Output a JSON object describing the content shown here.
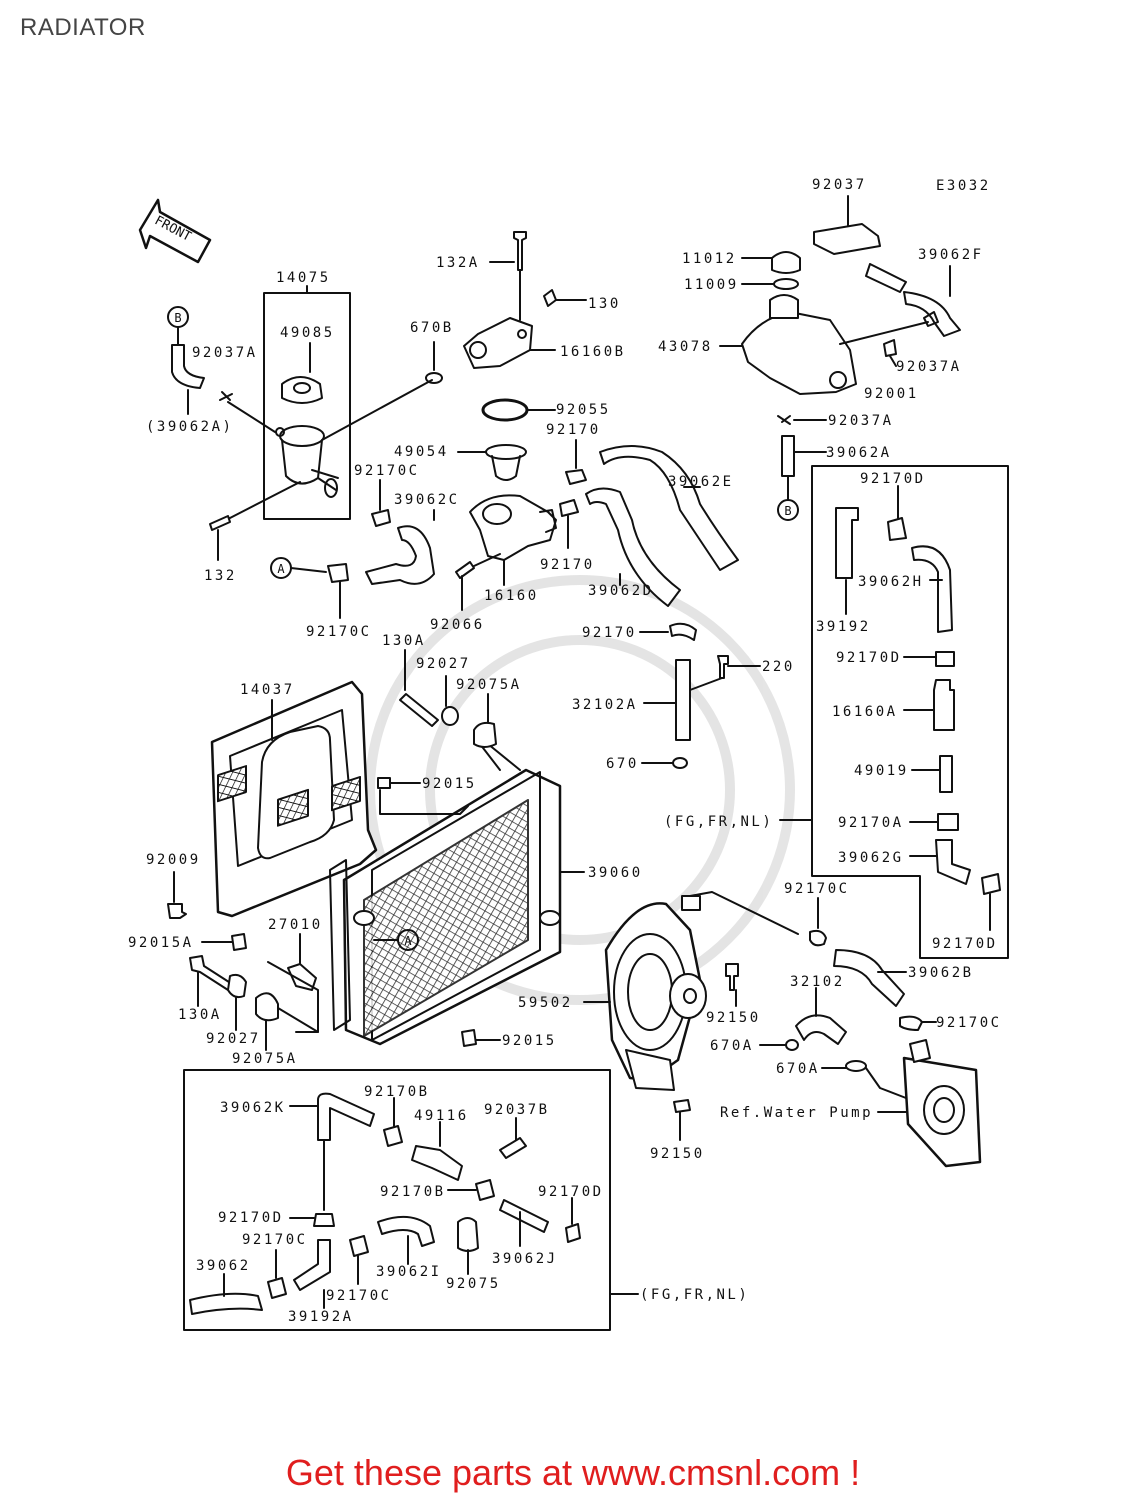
{
  "page": {
    "title": "RADIATOR",
    "diagram_code": "E3032",
    "front_label": "FRONT"
  },
  "callouts": {
    "A": "A",
    "B": "B"
  },
  "labels": {
    "p92037": "92037",
    "p39062F": "39062F",
    "p11012": "11012",
    "p11009": "11009",
    "p43078": "43078",
    "p92037A_r": "92037A",
    "p92001": "92001",
    "p92037A_r2": "92037A",
    "p39062A_r": "39062A",
    "p132A": "132A",
    "p130": "130",
    "p16160B": "16160B",
    "p14075": "14075",
    "p49085": "49085",
    "p670B": "670B",
    "p92037A_l": "92037A",
    "p39062A_l": "(39062A)",
    "p92055": "92055",
    "p49054": "49054",
    "p92170_a": "92170",
    "p39062E": "39062E",
    "p92170C_a": "92170C",
    "p39062C": "39062C",
    "p132": "132",
    "p92170_b": "92170",
    "p16160": "16160",
    "p39062D": "39062D",
    "p92066": "92066",
    "p92170C_b": "92170C",
    "p92170D_a": "92170D",
    "p39062H": "39062H",
    "p39192": "39192",
    "p92170D_b": "92170D",
    "p16160A": "16160A",
    "p49019": "49019",
    "p92170A": "92170A",
    "p39062G": "39062G",
    "p92170D_c": "92170D",
    "p92170_c": "92170",
    "p220": "220",
    "p32102A": "32102A",
    "p670": "670",
    "p130A_a": "130A",
    "p92027_a": "92027",
    "p92075A_a": "92075A",
    "p14037": "14037",
    "p92015_a": "92015",
    "pFG_a": "(FG,FR,NL)",
    "p92009": "92009",
    "p39060": "39060",
    "p92170C_c": "92170C",
    "p92015A": "92015A",
    "p27010": "27010",
    "p39062B": "39062B",
    "p32102": "32102",
    "p130A_b": "130A",
    "p92027_b": "92027",
    "p92075A_b": "92075A",
    "p59502": "59502",
    "p92150_a": "92150",
    "p92170C_d": "92170C",
    "p92015_b": "92015",
    "p670A_a": "670A",
    "p670A_b": "670A",
    "pRefWP": "Ref.Water Pump",
    "p92150_b": "92150",
    "p92170B_a": "92170B",
    "p39062K": "39062K",
    "p49116": "49116",
    "p92037B": "92037B",
    "p92170B_b": "92170B",
    "p92170D_d": "92170D",
    "p92170D_e": "92170D",
    "p92170C_e": "92170C",
    "p39062I": "39062I",
    "p39062J": "39062J",
    "p39062": "39062",
    "p92170C_f": "92170C",
    "p92075": "92075",
    "p39192A": "39192A",
    "pFG_b": "(FG,FR,NL)"
  },
  "footer": {
    "promo": "Get these parts at www.cmsnl.com !"
  },
  "colors": {
    "ink": "#111111",
    "promo": "#e01e1e",
    "watermark": "#d8d8d8"
  }
}
